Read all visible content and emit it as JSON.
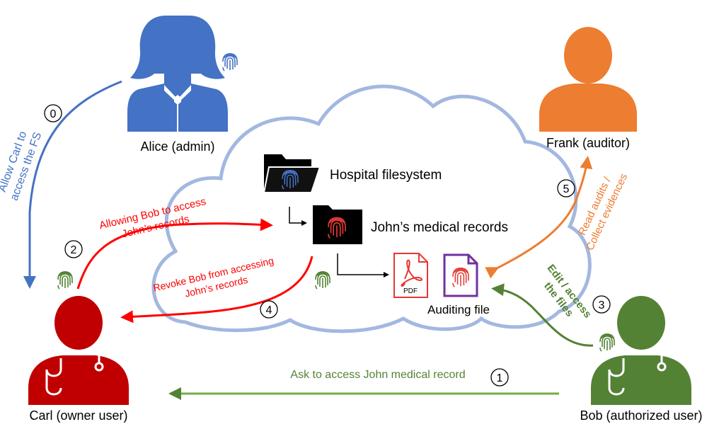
{
  "actors": {
    "alice": {
      "name": "Alice (admin)",
      "color": "#4472C4"
    },
    "frank": {
      "name": "Frank (auditor)",
      "color": "#ED7D31"
    },
    "carl": {
      "name": "Carl (owner user)",
      "color": "#C00000"
    },
    "bob": {
      "name": "Bob (authorized user)",
      "color": "#548235"
    }
  },
  "cloud": {
    "color": "#A3B8E0"
  },
  "filesystem": {
    "hospital_label": "Hospital filesystem",
    "records_label": "John’s medical records",
    "pdf_label": "PDF",
    "audit_label": "Auditing file",
    "pdf_color": "#E53935",
    "audit_color": "#7030A0"
  },
  "steps": {
    "s0": {
      "number": "0",
      "line1": "Allow Carl to",
      "line2": "access the FS"
    },
    "s1": {
      "number": "1",
      "text": "Ask to access John medical record"
    },
    "s2": {
      "number": "2",
      "line1": "Allowing Bob to access",
      "line2": "John’s records"
    },
    "s3": {
      "number": "3",
      "line1": "Edit / access",
      "line2": "the files"
    },
    "s4": {
      "number": "4",
      "line1": "Revoke Bob from accessing",
      "line2": "John’s records"
    },
    "s5": {
      "number": "5",
      "line1": "Read audits /",
      "line2": "Collect evidences"
    }
  },
  "colors": {
    "red": "#FF0000",
    "green": "#548235",
    "orange": "#ED7D31",
    "blue": "#4472C4"
  }
}
